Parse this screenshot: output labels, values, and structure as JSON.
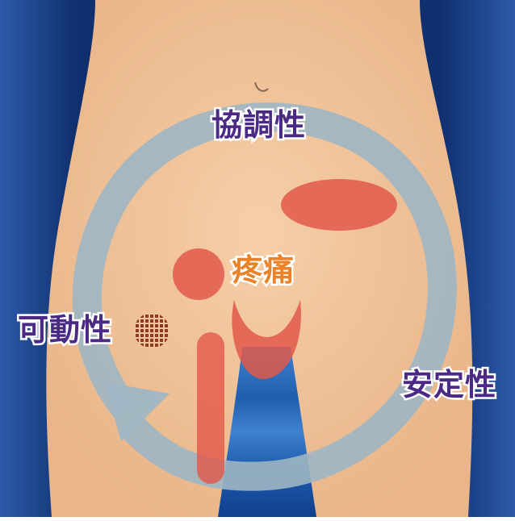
{
  "labels": {
    "coordination": "協調性",
    "mobility": "可動性",
    "stability": "安定性",
    "pain": "疼痛"
  },
  "colors": {
    "background_blue": "#14387a",
    "skin": "#f2c49b",
    "cycle_arrow": "#9fb6c4",
    "pain_red": "#e2584a",
    "text_purple": "#4b2a86",
    "text_orange": "#e8832a",
    "mobility_dot": "#8c3a22"
  },
  "icons": {
    "cycle": "circular-arrow-icon",
    "mobility_marker": "dotted-circle-icon"
  }
}
